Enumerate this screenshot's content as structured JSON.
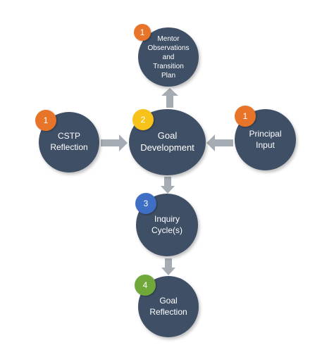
{
  "colors": {
    "node_fill": "#3f4f66",
    "arrow_fill": "#a6acb3",
    "badge_orange": "#e8742a",
    "badge_yellow": "#f7c21a",
    "badge_blue": "#3f6fc4",
    "badge_green": "#70a83a"
  },
  "nodes": {
    "mentor": {
      "label": "Mentor\nObservations\nand\nTransition\nPlan",
      "badge": "1"
    },
    "goal_development": {
      "label": "Goal\nDevelopment",
      "badge": "2"
    },
    "cstp_reflection": {
      "label": "CSTP\nReflection",
      "badge": "1"
    },
    "principal_input": {
      "label": "Principal\nInput",
      "badge": "1"
    },
    "inquiry_cycles": {
      "label": "Inquiry\nCycle(s)",
      "badge": "3"
    },
    "goal_reflection": {
      "label": "Goal\nReflection",
      "badge": "4"
    }
  }
}
